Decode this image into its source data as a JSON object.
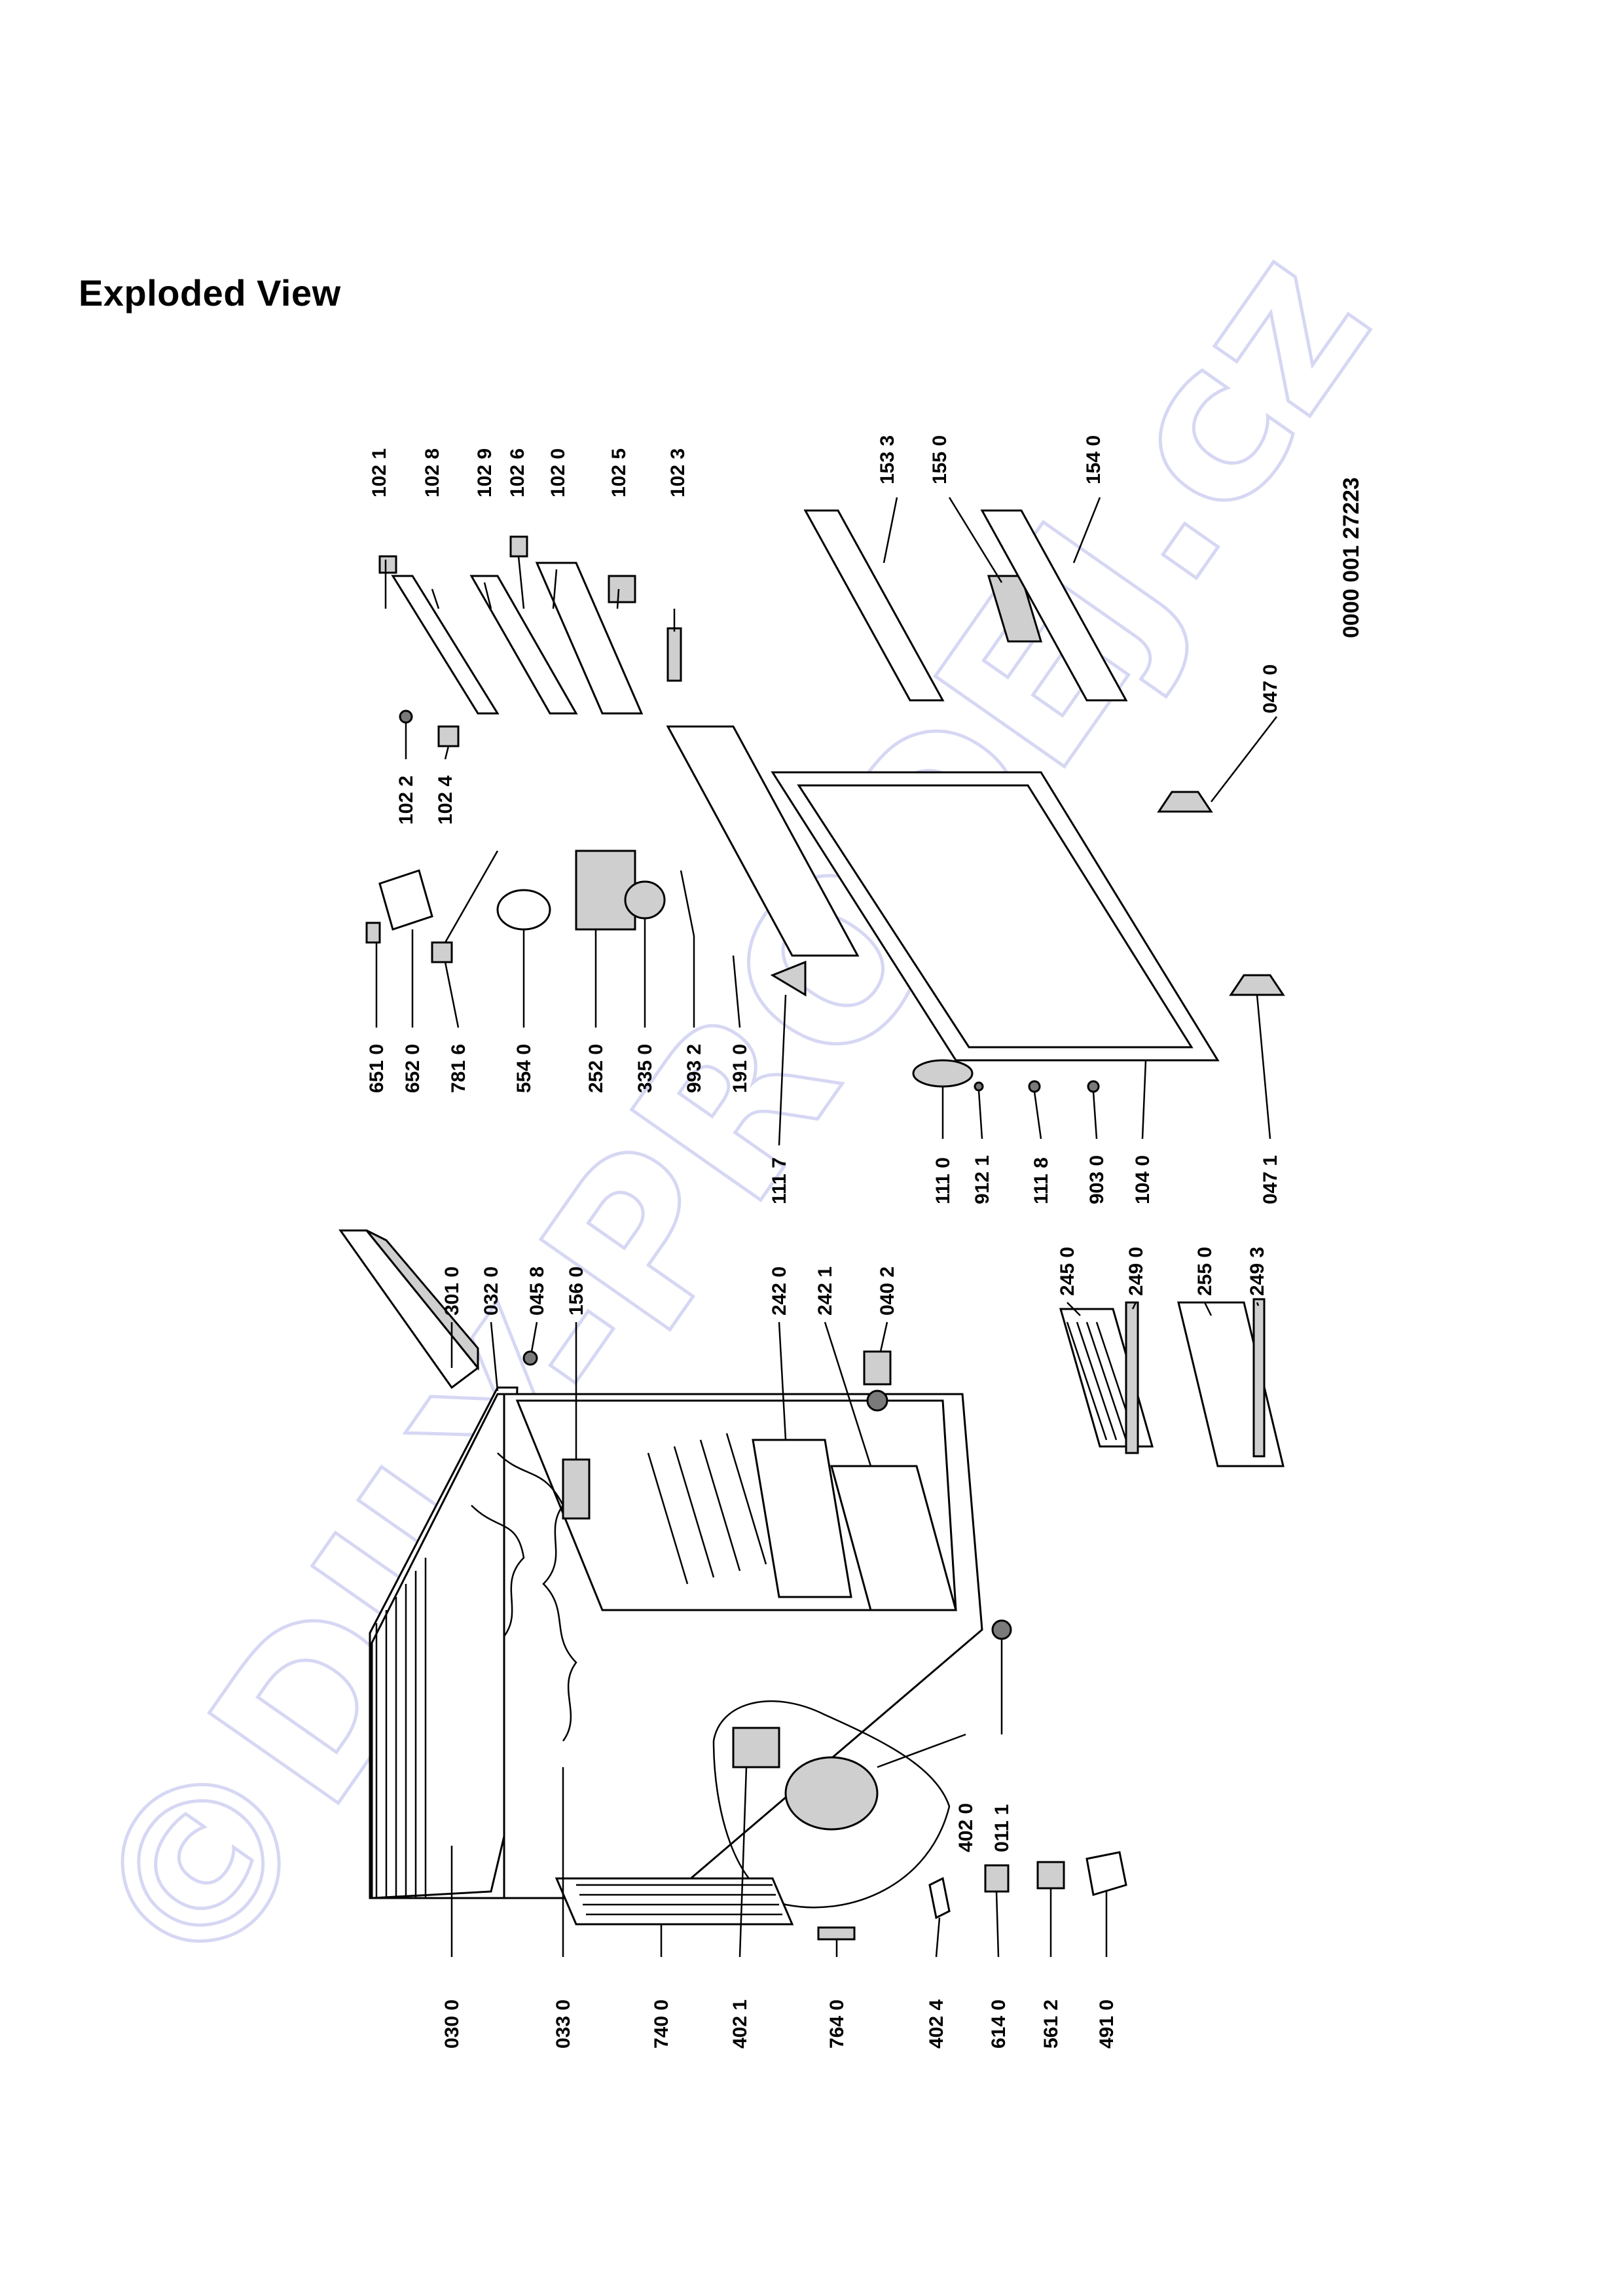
{
  "title": "Exploded View",
  "document_number": "0000 001 27223",
  "watermark": "©DILY-PRODEJ.cz",
  "parts": [
    {
      "id": "p1021",
      "label": "102 1"
    },
    {
      "id": "p1028",
      "label": "102 8"
    },
    {
      "id": "p1029",
      "label": "102 9"
    },
    {
      "id": "p1026",
      "label": "102 6"
    },
    {
      "id": "p1020",
      "label": "102 0"
    },
    {
      "id": "p1025",
      "label": "102 5"
    },
    {
      "id": "p1023",
      "label": "102 3"
    },
    {
      "id": "p1533",
      "label": "153 3"
    },
    {
      "id": "p1550",
      "label": "155 0"
    },
    {
      "id": "p1540",
      "label": "154 0"
    },
    {
      "id": "p1022",
      "label": "102 2"
    },
    {
      "id": "p1024",
      "label": "102 4"
    },
    {
      "id": "p0470",
      "label": "047 0"
    },
    {
      "id": "p6510",
      "label": "651 0"
    },
    {
      "id": "p6520",
      "label": "652 0"
    },
    {
      "id": "p7816",
      "label": "781 6"
    },
    {
      "id": "p5540",
      "label": "554 0"
    },
    {
      "id": "p2520",
      "label": "252 0"
    },
    {
      "id": "p3350",
      "label": "335 0"
    },
    {
      "id": "p9932",
      "label": "993 2"
    },
    {
      "id": "p1910",
      "label": "191 0"
    },
    {
      "id": "p1117",
      "label": "111 7"
    },
    {
      "id": "p1110",
      "label": "111 0"
    },
    {
      "id": "p9121",
      "label": "912 1"
    },
    {
      "id": "p1118",
      "label": "111 8"
    },
    {
      "id": "p9030",
      "label": "903 0"
    },
    {
      "id": "p1040",
      "label": "104 0"
    },
    {
      "id": "p0471",
      "label": "047 1"
    },
    {
      "id": "p3010",
      "label": "301 0"
    },
    {
      "id": "p0320",
      "label": "032 0"
    },
    {
      "id": "p0458",
      "label": "045 8"
    },
    {
      "id": "p1560",
      "label": "156 0"
    },
    {
      "id": "p2420",
      "label": "242 0"
    },
    {
      "id": "p2421",
      "label": "242 1"
    },
    {
      "id": "p0402",
      "label": "040 2"
    },
    {
      "id": "p2450",
      "label": "245 0"
    },
    {
      "id": "p2490",
      "label": "249 0"
    },
    {
      "id": "p2550",
      "label": "255 0"
    },
    {
      "id": "p2493",
      "label": "249 3"
    },
    {
      "id": "p4020",
      "label": "402 0"
    },
    {
      "id": "p0111",
      "label": "011 1"
    },
    {
      "id": "p0300",
      "label": "030 0"
    },
    {
      "id": "p0330",
      "label": "033 0"
    },
    {
      "id": "p7400",
      "label": "740 0"
    },
    {
      "id": "p4021",
      "label": "402 1"
    },
    {
      "id": "p7640",
      "label": "764 0"
    },
    {
      "id": "p4024",
      "label": "402 4"
    },
    {
      "id": "p6140",
      "label": "614 0"
    },
    {
      "id": "p5612",
      "label": "561 2"
    },
    {
      "id": "p4910",
      "label": "491 0"
    }
  ]
}
